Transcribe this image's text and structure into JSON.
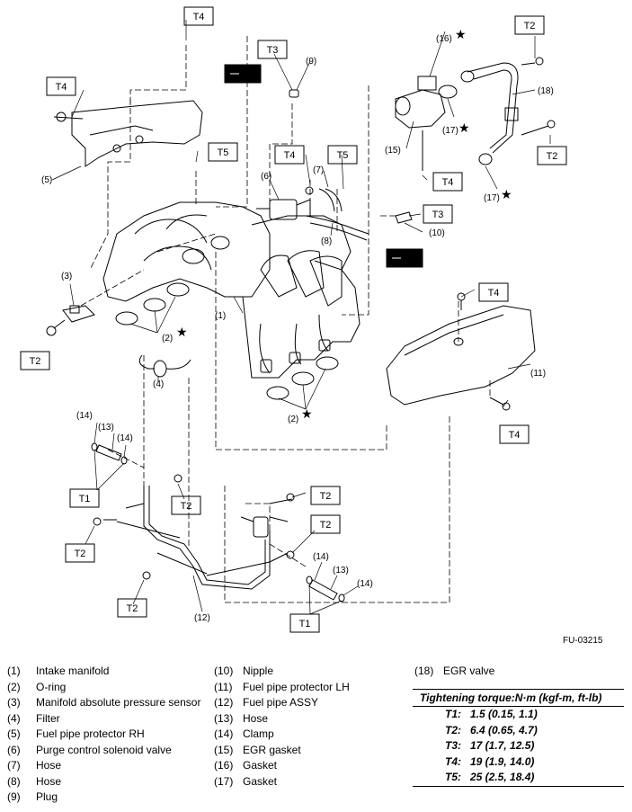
{
  "figure_id": "FU-03215",
  "callouts": {
    "t1": "T1",
    "t2": "T2",
    "t3": "T3",
    "t4": "T4",
    "t5": "T5",
    "n1": "(1)",
    "n2": "(2)",
    "n3": "(3)",
    "n4": "(4)",
    "n5": "(5)",
    "n6": "(6)",
    "n7": "(7)",
    "n8": "(8)",
    "n9": "(9)",
    "n10": "(10)",
    "n11": "(11)",
    "n12": "(12)",
    "n13": "(13)",
    "n14": "(14)",
    "n15": "(15)",
    "n16": "(16)",
    "n17": "(17)",
    "n18": "(18)"
  },
  "legend": [
    {
      "num": "(1)",
      "label": "Intake manifold"
    },
    {
      "num": "(2)",
      "label": "O-ring"
    },
    {
      "num": "(3)",
      "label": "Manifold absolute pressure sensor"
    },
    {
      "num": "(4)",
      "label": "Filter"
    },
    {
      "num": "(5)",
      "label": "Fuel pipe protector RH"
    },
    {
      "num": "(6)",
      "label": "Purge control solenoid valve"
    },
    {
      "num": "(7)",
      "label": "Hose"
    },
    {
      "num": "(8)",
      "label": "Hose"
    },
    {
      "num": "(9)",
      "label": "Plug"
    },
    {
      "num": "(10)",
      "label": "Nipple"
    },
    {
      "num": "(11)",
      "label": "Fuel pipe protector LH"
    },
    {
      "num": "(12)",
      "label": "Fuel pipe ASSY"
    },
    {
      "num": "(13)",
      "label": "Hose"
    },
    {
      "num": "(14)",
      "label": "Clamp"
    },
    {
      "num": "(15)",
      "label": "EGR gasket"
    },
    {
      "num": "(16)",
      "label": "Gasket"
    },
    {
      "num": "(17)",
      "label": "Gasket"
    },
    {
      "num": "(18)",
      "label": "EGR valve"
    }
  ],
  "torque": {
    "title": "Tightening torque:N·m (kgf-m, ft-lb)",
    "rows": [
      {
        "label": "T1:",
        "value": "1.5 (0.15, 1.1)"
      },
      {
        "label": "T2:",
        "value": "6.4 (0.65, 4.7)"
      },
      {
        "label": "T3:",
        "value": "17 (1.7, 12.5)"
      },
      {
        "label": "T4:",
        "value": "19 (1.9, 14.0)"
      },
      {
        "label": "T5:",
        "value": "25 (2.5, 18.4)"
      }
    ]
  }
}
